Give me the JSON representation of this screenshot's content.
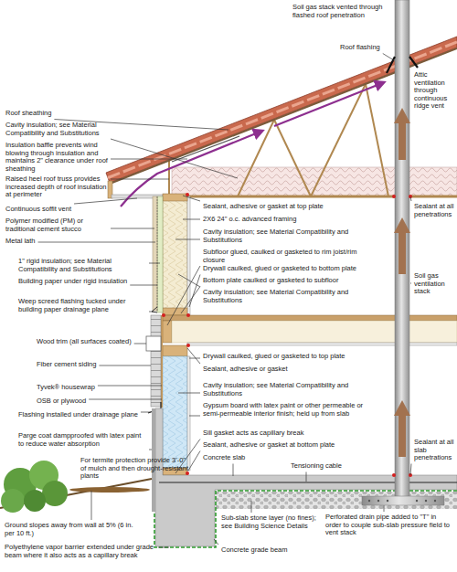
{
  "diagram": {
    "labels": [
      "Soil gas stack vented through flashed roof penetration",
      "Roof flashing",
      "Attic ventilation through continuous ridge vent",
      "Roof sheathing",
      "Cavity insulation; see Material Compatibility and Substitutions",
      "Insulation baffle prevents wind blowing through insulation and maintains 2\" clearance under roof sheathing",
      "Raised heel roof truss provides increased depth of roof insulation at perimeter",
      "Continuous soffit vent",
      "Sealant, adhesive or gasket at top plate",
      "Sealant at all penetrations",
      "Polymer modified (PM) or traditional cement stucco",
      "2X6 24\" o.c. advanced framing",
      "Metal lath",
      "Cavity insulation; see Material Compatibility and Substitutions",
      "1\" rigid insulation; see Material Compatibility and Substitutions",
      "Subfloor glued, caulked or gasketed to rim joist/rim closure",
      "Drywall caulked, glued or gasketed to bottom plate",
      "Building paper under rigid insulation",
      "Bottom plate caulked or gasketed to subfloor",
      "Cavity insulation; see Material Compatibility and Substitutions",
      "Soil gas ventilation stack",
      "Weep screed flashing tucked under building paper drainage plane",
      "Drywall caulked, glued or gasketed to top plate",
      "Wood trim (all surfaces coated)",
      "Sealant, adhesive or gasket",
      "Fiber cement siding",
      "Tyvek® housewrap",
      "Cavity insulation; see Material Compatibility and Substitutions",
      "OSB or plywood",
      "Gypsum board with latex paint or other permeable or semi-permeable interior finish; held up from slab",
      "Flashing installed under drainage plane",
      "Sill gasket acts as capillary break",
      "Parge coat dampproofed with latex paint to reduce water absorption",
      "Sealant, adhesive or gasket at bottom plate",
      "Sealant at all slab penetrations",
      "Concrete slab",
      "Tensioning cable",
      "For termite protection provide 3'-0\" of mulch and then drought-resistant plants",
      "Ground slopes away from wall at 5% (6 in. per 10 ft.)",
      "Sub-slab stone layer (no fines); see Building Science Details",
      "Perforated drain pipe added to \"T\" in order to couple sub-slab pressure field to vent stack",
      "Concrete grade beam",
      "Polyethylene vapor barrier extended under grade beam where it also acts as a capillary break"
    ]
  }
}
